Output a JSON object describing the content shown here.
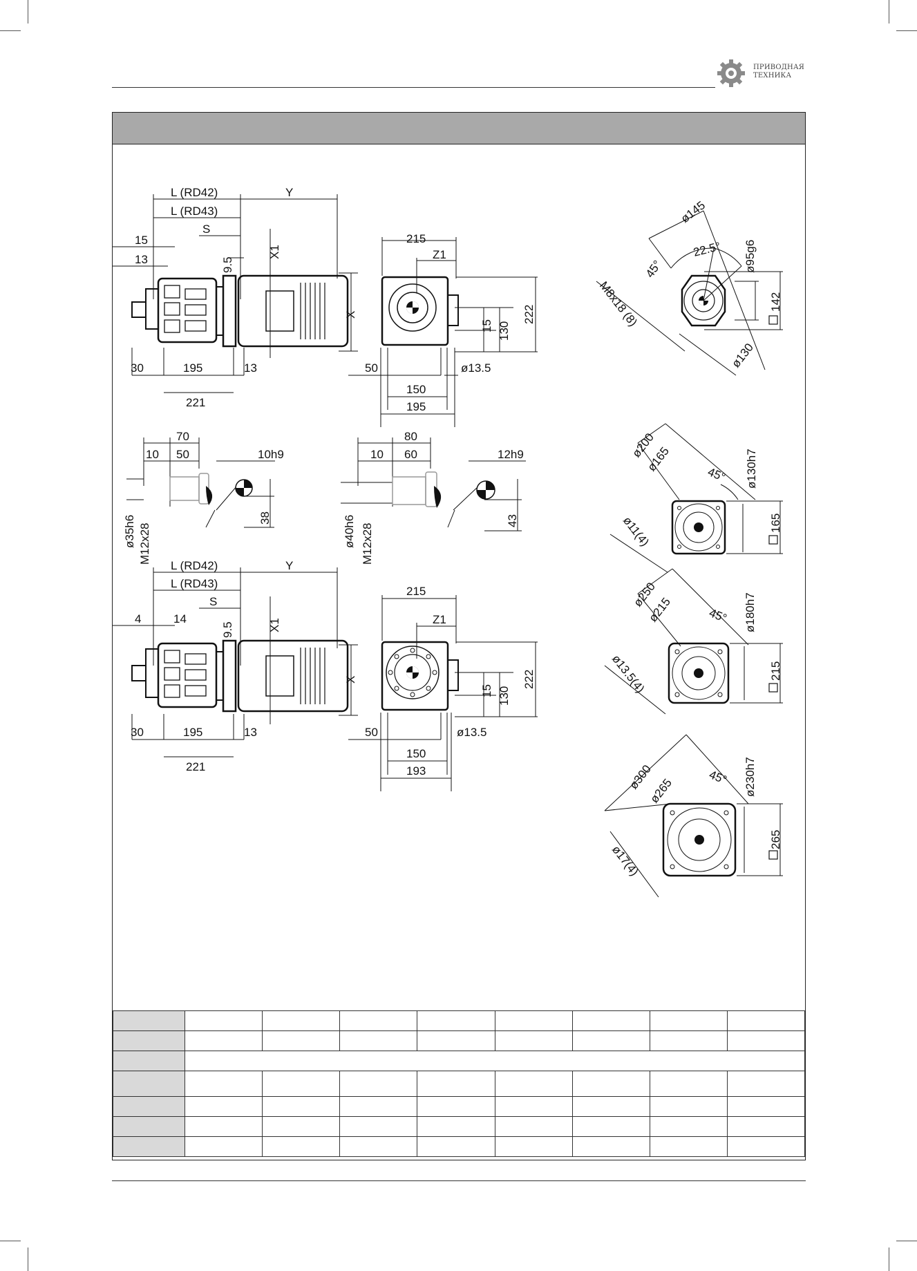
{
  "brand": {
    "line1": "ПРИВОДНАЯ",
    "line2": "ТЕХНИКА"
  },
  "colors": {
    "band": "#a9a9a9",
    "table_header": "#d9d9d9",
    "line": "#111111"
  },
  "upper_side_view": {
    "dims": [
      "L (RD42)",
      "Y",
      "L (RD43)",
      "S",
      "15",
      "13",
      "9.5",
      "X1",
      "X",
      "30",
      "195",
      "13",
      "221"
    ]
  },
  "upper_end_view": {
    "dims": [
      "215",
      "Z1",
      "15",
      "130",
      "222",
      "50",
      "ø13.5",
      "150",
      "195"
    ]
  },
  "flange_1": {
    "dims": [
      "ø145",
      "22.5°",
      "45°",
      "ø95g6",
      "M8x18 (8)",
      "142",
      "ø130"
    ]
  },
  "shaft_35": {
    "dims": [
      "70",
      "10",
      "50",
      "10h9",
      "ø35h6",
      "M12x28",
      "38"
    ]
  },
  "shaft_40": {
    "dims": [
      "80",
      "10",
      "60",
      "12h9",
      "ø40h6",
      "M12x28",
      "43"
    ]
  },
  "flange_2": {
    "dims": [
      "ø200",
      "ø165",
      "45°",
      "ø130h7",
      "ø11(4)",
      "165"
    ]
  },
  "lower_side_view": {
    "dims": [
      "L (RD42)",
      "Y",
      "L (RD43)",
      "S",
      "4",
      "14",
      "9.5",
      "X1",
      "X",
      "30",
      "195",
      "13",
      "221"
    ]
  },
  "lower_end_view": {
    "dims": [
      "215",
      "Z1",
      "15",
      "130",
      "222",
      "50",
      "ø13.5",
      "150",
      "193"
    ]
  },
  "flange_3": {
    "dims": [
      "ø250",
      "ø215",
      "45°",
      "ø180h7",
      "ø13.5(4)",
      "215"
    ]
  },
  "flange_4": {
    "dims": [
      "ø300",
      "ø265",
      "45°",
      "ø230h7",
      "ø17(4)",
      "265"
    ]
  }
}
